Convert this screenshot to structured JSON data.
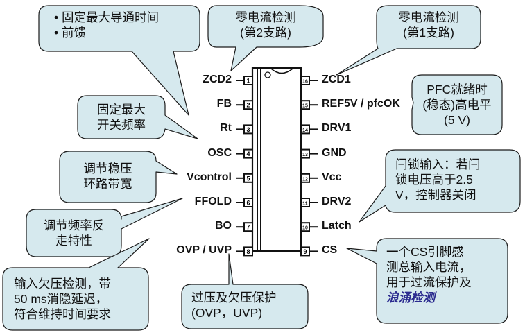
{
  "colors": {
    "callout_fill": "#d6e9ee",
    "callout_stroke": "#1a1a1a",
    "chip_fill": "#ffffff",
    "emphasis_text": "#2b2b8f"
  },
  "chip": {
    "left_pins": [
      {
        "number": "1",
        "name": "ZCD2"
      },
      {
        "number": "2",
        "name": "FB"
      },
      {
        "number": "3",
        "name": "Rt"
      },
      {
        "number": "4",
        "name": "OSC"
      },
      {
        "number": "5",
        "name": "Vcontrol"
      },
      {
        "number": "6",
        "name": "FFOLD"
      },
      {
        "number": "7",
        "name": "BO"
      },
      {
        "number": "8",
        "name": "OVP / UVP"
      }
    ],
    "right_pins": [
      {
        "number": "16",
        "name": "ZCD1"
      },
      {
        "number": "15",
        "name": "REF5V / pfcOK"
      },
      {
        "number": "14",
        "name": "DRV1"
      },
      {
        "number": "13",
        "name": "GND"
      },
      {
        "number": "12",
        "name": "Vcc"
      },
      {
        "number": "11",
        "name": "DRV2"
      },
      {
        "number": "10",
        "name": "Latch"
      },
      {
        "number": "9",
        "name": "CS"
      }
    ]
  },
  "callouts": {
    "top_left": {
      "lines": [
        "• 固定最大导通时间",
        "• 前馈"
      ]
    },
    "zcd2": {
      "lines": [
        "零电流检测",
        "(第2支路)"
      ]
    },
    "zcd1": {
      "lines": [
        "零电流检测",
        "(第1支路)"
      ]
    },
    "pfcok": {
      "lines": [
        "PFC就绪时",
        "(稳态)高电平",
        "(5 V)"
      ]
    },
    "osc": {
      "lines": [
        "固定最大",
        "开关频率"
      ]
    },
    "vcontrol": {
      "lines": [
        "调节稳压",
        "环路带宽"
      ]
    },
    "ffold": {
      "lines": [
        "调节频率反",
        "走特性"
      ]
    },
    "latch": {
      "lines": [
        "闩锁输入：若闩",
        "锁电压高于2.5",
        "V，控制器关闭"
      ]
    },
    "bo": {
      "lines": [
        "输入欠压检测，带",
        "50 ms消隐延迟，",
        "符合维持时间要求"
      ]
    },
    "ovp": {
      "lines": [
        "过压及欠压保护",
        "(OVP，UVP)"
      ]
    },
    "cs": {
      "lines": [
        "一个CS引脚感",
        "测总输入电流，",
        "用于过流保护及"
      ],
      "emphasis": "浪涌检测"
    }
  }
}
